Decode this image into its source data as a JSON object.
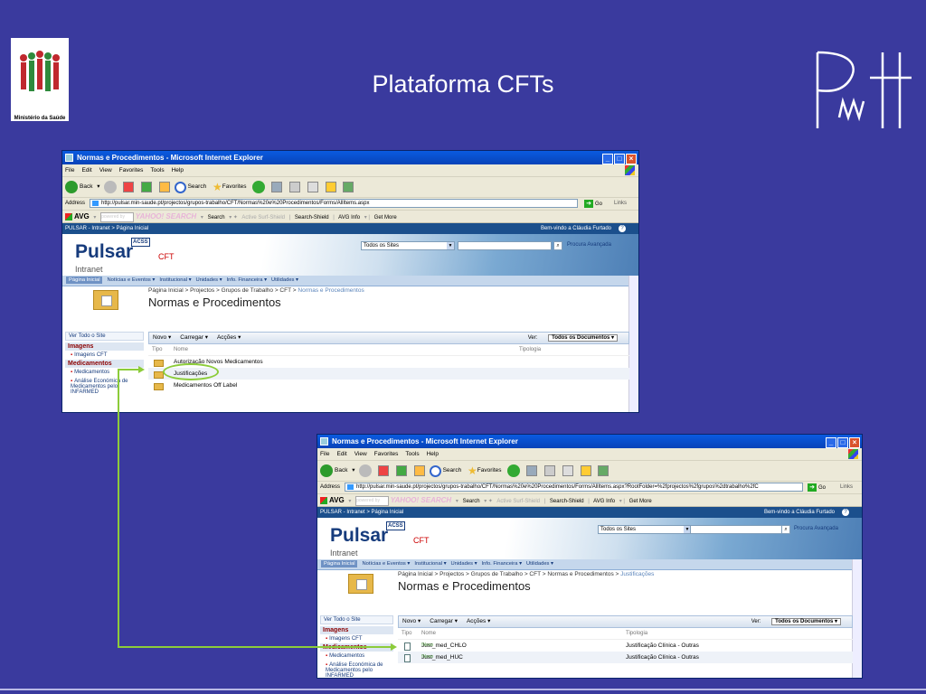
{
  "slide": {
    "title": "Plataforma CFTs",
    "left_logo_caption": "Ministério da Saúde",
    "right_logo": "PMH"
  },
  "ie": {
    "window_title": "Normas e Procedimentos - Microsoft Internet Explorer",
    "menu": [
      "File",
      "Edit",
      "View",
      "Favorites",
      "Tools",
      "Help"
    ],
    "toolbar": {
      "back": "Back",
      "search": "Search",
      "favorites": "Favorites"
    },
    "address_label": "Address",
    "go": "Go",
    "links": "Links",
    "avg_bar": {
      "avg": "AVG",
      "search_placeholder": "powered by",
      "yahoo": "YAHOO! SEARCH",
      "search": "Search",
      "active_surf": "Active Surf-Shield",
      "search_shield": "Search-Shield",
      "avg_info": "AVG Info",
      "get_more": "Get More"
    }
  },
  "sharepoint": {
    "breadcrumb_top": "PULSAR - Intranet > Página Inicial",
    "welcome": "Bem-vindo a Cláudia Furtado",
    "help": "?",
    "logo": "Pulsar",
    "acss": "ACSS",
    "cft": "CFT",
    "intranet": "Intranet",
    "scope": "Todos os Sites",
    "advanced_search": "Procura Avançada",
    "nav": [
      "Página Inicial",
      "Notícias e Eventos ▾",
      "Institucional ▾",
      "Unidades ▾",
      "Info. Financeira ▾",
      "Utilidades ▾"
    ],
    "page_title": "Normas e Procedimentos",
    "left_nav": {
      "view_all": "Ver Todo o Site",
      "images_head": "Imagens",
      "images_item": "Imagens CFT",
      "meds_head": "Medicamentos",
      "meds_item1": "Medicamentos",
      "meds_item2": "Análise Económica de Medicamentos pelo INFARMED"
    },
    "list_toolbar": {
      "new": "Novo ▾",
      "upload": "Carregar ▾",
      "actions": "Acções ▾",
      "view_label": "Ver:",
      "view_value": "Todos os Documentos ▾"
    },
    "columns": {
      "type": "Tipo",
      "name": "Nome",
      "typology": "Tipologia"
    }
  },
  "window1": {
    "address_url": "http://pulsar.min-saude.pt/projectos/grupos-trabalho/CFT/Normas%20e%20Procedimentos/Forms/AllItems.aspx",
    "breadcrumb": "Página Inicial > Projectos > Grupos de Trabalho > CFT > ",
    "breadcrumb_current": "Normas e Procedimentos",
    "folders": [
      "Autorização Novos Medicamentos",
      "Justificações",
      "Medicamentos Off Label"
    ]
  },
  "window2": {
    "address_url": "http://pulsar.min-saude.pt/projectos/grupos-trabalho/CFT/Normas%20e%20Procedimentos/Forms/AllItems.aspx?RootFolder=%2fprojectos%2fgrupos%2dtrabalho%2fC",
    "breadcrumb": "Página Inicial > Projectos > Grupos de Trabalho > CFT > Normas e Procedimentos > ",
    "breadcrumb_current": "Justificações",
    "rows": [
      {
        "name": "Just_med_CHLO",
        "badge": "!Novo",
        "typology": "Justificação Clínica - Outras"
      },
      {
        "name": "Just_med_HUC",
        "badge": "!Novo",
        "typology": "Justificação Clínica - Outras"
      }
    ]
  },
  "colors": {
    "slide_bg": "#3a3a9e",
    "highlight": "#8ccc3a",
    "sp_blue": "#1b4f8c"
  }
}
